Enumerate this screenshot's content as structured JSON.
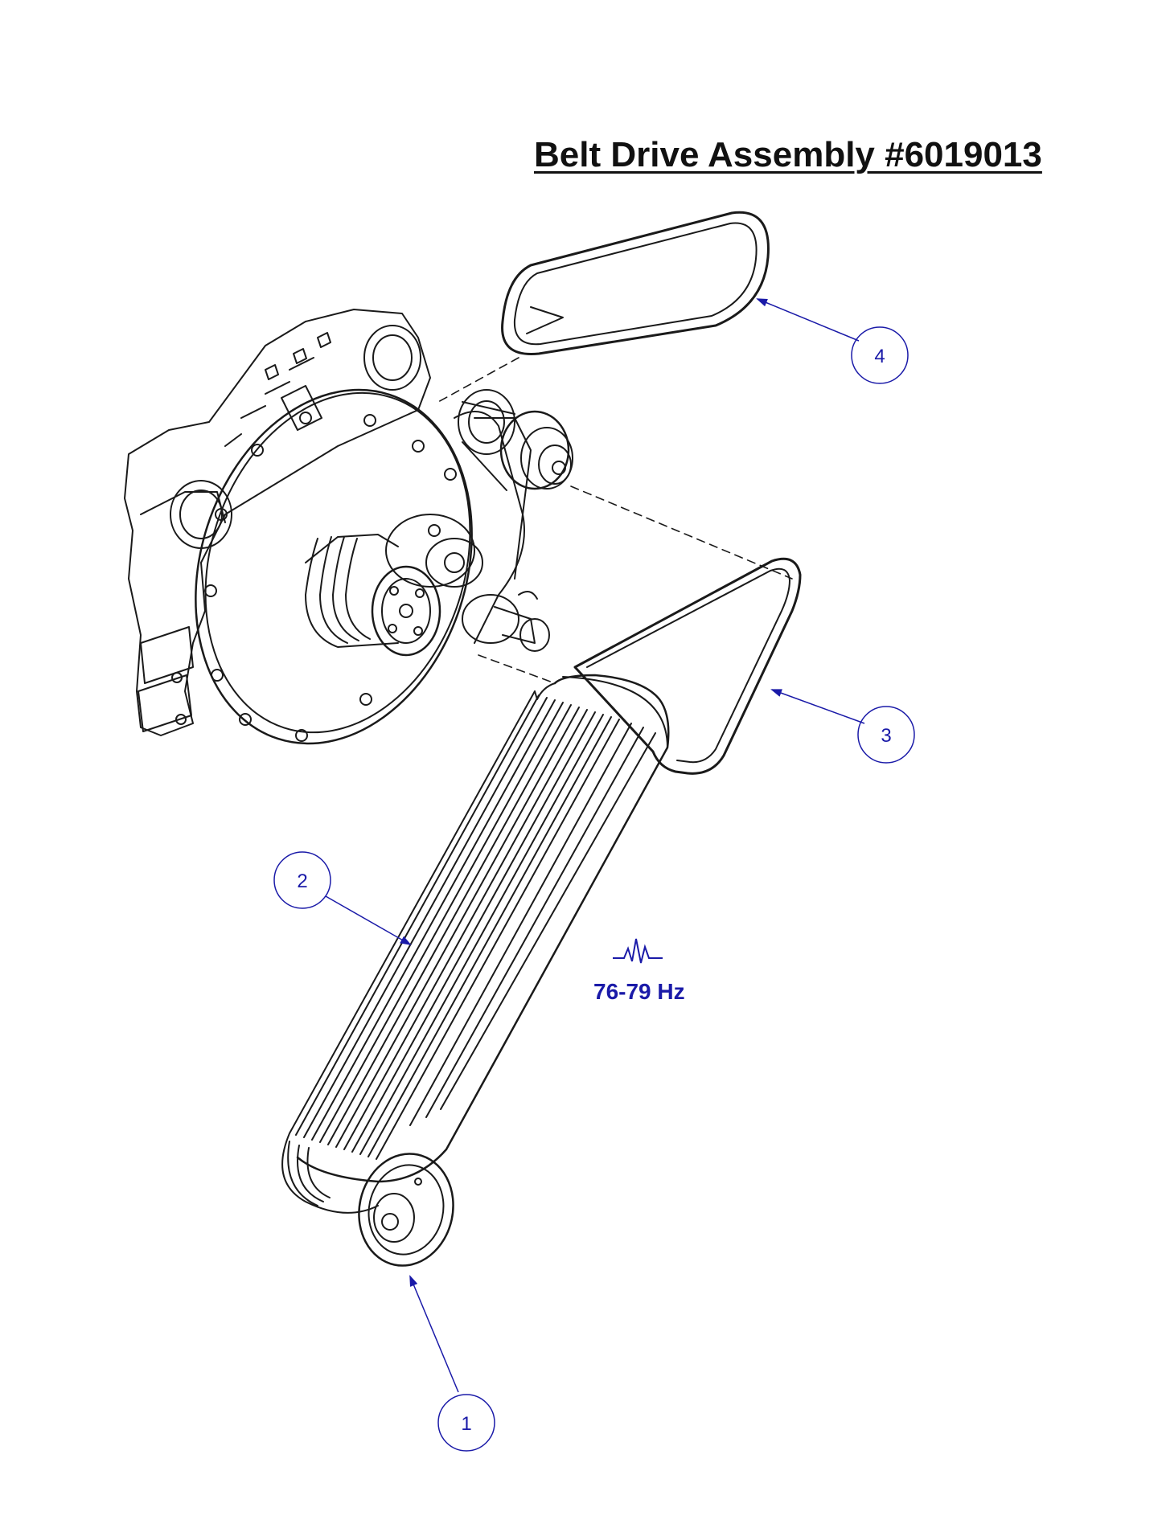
{
  "title": "Belt Drive Assembly #6019013",
  "frequency_label": "76-79 Hz",
  "colors": {
    "callout": "#1a1aa8",
    "line_art": "#1a1a1a"
  },
  "icons": {
    "frequency": "waveform-icon"
  },
  "callouts": [
    {
      "label": "1",
      "target": "drive-pulley"
    },
    {
      "label": "2",
      "target": "multi-rib-belt"
    },
    {
      "label": "3",
      "target": "v-belt-triangle"
    },
    {
      "label": "4",
      "target": "v-belt-loop"
    }
  ]
}
